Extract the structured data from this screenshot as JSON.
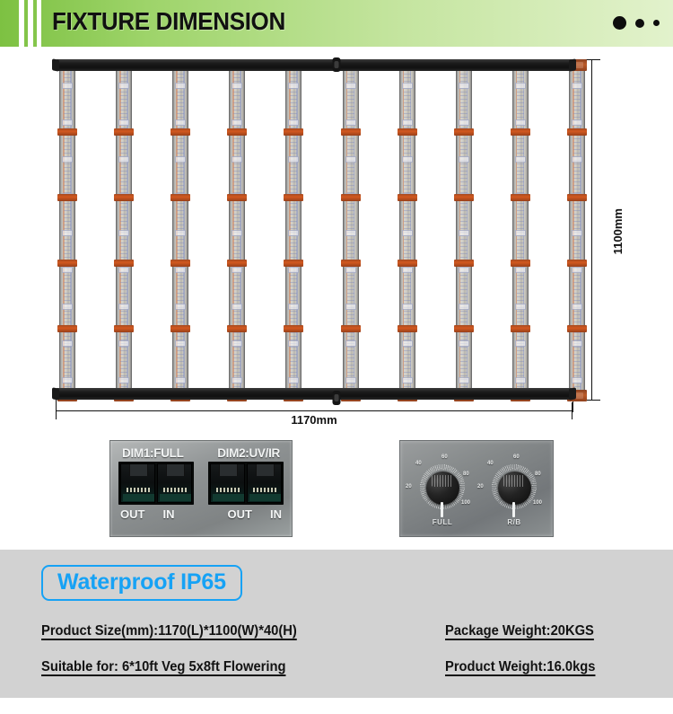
{
  "header": {
    "title": "FIXTURE DIMENSION",
    "accent_green": "#7dc142",
    "dots": [
      "dot-large",
      "dot-medium",
      "dot-small"
    ]
  },
  "diagram": {
    "name": "led-grow-light-fixture",
    "bar_count": 10,
    "clamp_rows": 4,
    "dimensions": {
      "height_label": "1100mm",
      "width_label": "1170mm"
    },
    "colors": {
      "frame": "#141414",
      "bar": "#cfccc4",
      "clamp": "#d2581f"
    }
  },
  "port_panel": {
    "name": "dimmer-port-panel",
    "groups": [
      {
        "label": "DIM1:FULL",
        "jacks": [
          {
            "label": "OUT"
          },
          {
            "label": "IN"
          }
        ]
      },
      {
        "label": "DIM2:UV/IR",
        "jacks": [
          {
            "label": "OUT"
          },
          {
            "label": "IN"
          }
        ]
      }
    ]
  },
  "knob_panel": {
    "name": "dimmer-knob-panel",
    "knobs": [
      {
        "label": "FULL",
        "ticks": [
          "20",
          "40",
          "60",
          "80",
          "100"
        ]
      },
      {
        "label": "R/B",
        "ticks": [
          "20",
          "40",
          "60",
          "80",
          "100"
        ]
      }
    ]
  },
  "specs": {
    "badge": "Waterproof IP65",
    "badge_color": "#16a2f5",
    "rows": [
      {
        "left": "Product Size(mm):1170(L)*1100(W)*40(H)",
        "right": "Package Weight:20KGS"
      },
      {
        "left": "Suitable for: 6*10ft Veg 5x8ft Flowering",
        "right": "Product Weight:16.0kgs"
      }
    ]
  }
}
